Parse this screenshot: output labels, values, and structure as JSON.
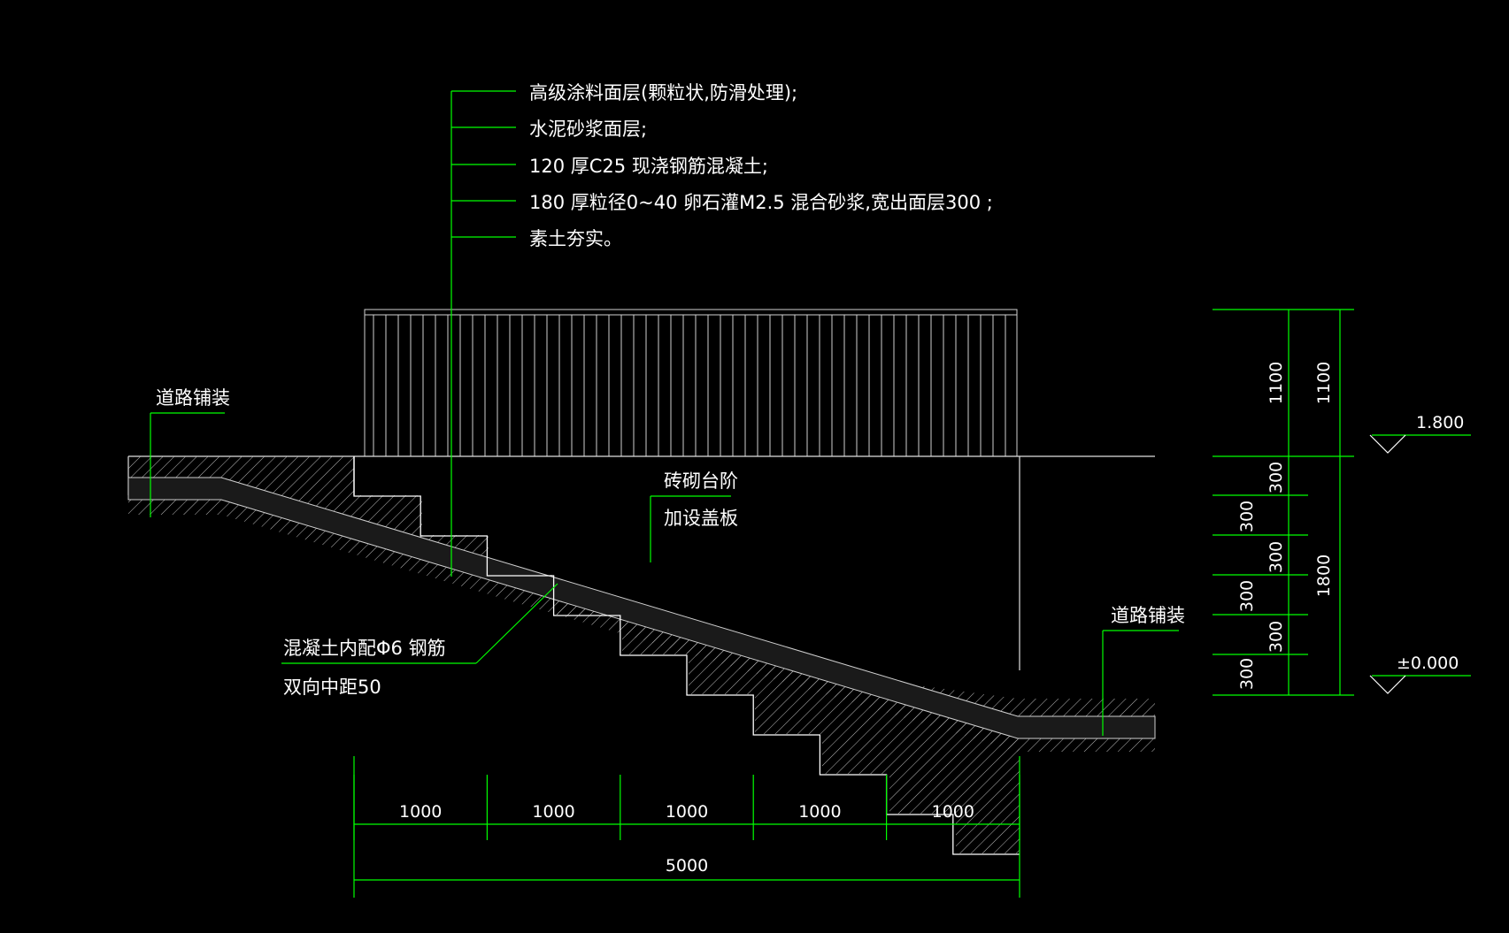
{
  "notes": [
    "高级涂料面层(颗粒状,防滑处理);",
    "水泥砂浆面层;",
    "120  厚C25  现浇钢筋混凝土;",
    "180  厚粒径0~40   卵石灌M2.5  混合砂浆,宽出面层300 ;",
    "素土夯实。"
  ],
  "labels": {
    "road_left": "道路铺装",
    "road_right": "道路铺装",
    "brick_step_1": "砖砌台阶",
    "brick_step_2": "加设盖板",
    "rebar_1": "混凝土内配Φ6 钢筋",
    "rebar_2": "双向中距50"
  },
  "dims_bottom": [
    "1000",
    "1000",
    "1000",
    "1000",
    "1000"
  ],
  "dim_total": "5000",
  "dims_right_a": [
    "1100",
    "300",
    "300",
    "300"
  ],
  "dims_right_b": [
    "300",
    "300",
    "300"
  ],
  "dims_right_c": [
    "1100",
    "1800"
  ],
  "elevations": {
    "top": "1.800",
    "bottom": "±0.000"
  },
  "colors": {
    "background": "#000000",
    "lines": "#ffffff",
    "leaders": "#00ff00",
    "text": "#ffffff"
  }
}
